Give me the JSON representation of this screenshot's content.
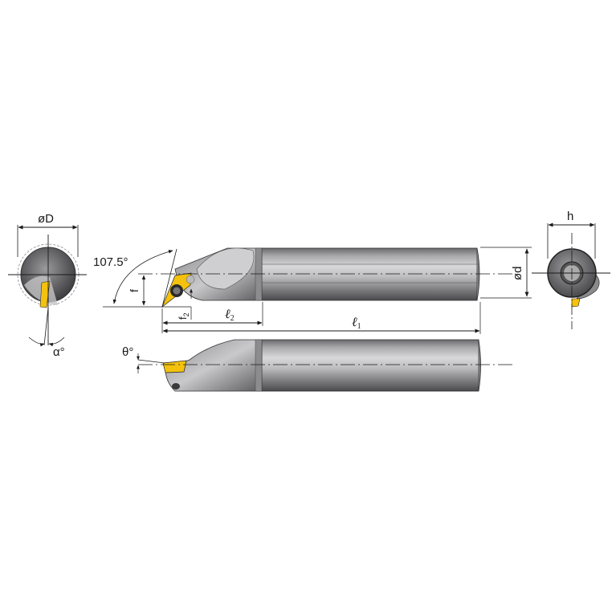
{
  "drawing": {
    "subject": "Boring bar technical drawing",
    "colors": {
      "insert": "#f4c20d",
      "steel_dark": "#5a5a5c",
      "steel_light": "#d6d6d8",
      "line": "#1a1a1a"
    }
  },
  "end_view_left": {
    "diameter_label": "øD",
    "angle_label": "α°"
  },
  "top_view": {
    "lead_angle_label": "107.5°",
    "offset_label": "f",
    "tip_offset_label": "f",
    "tip_offset_sub": "2",
    "head_length_label": "ℓ",
    "head_length_sub": "2",
    "overall_length_label": "ℓ",
    "overall_length_sub": "1",
    "shank_diameter_label": "ød"
  },
  "side_view": {
    "inclination_label": "θ°"
  },
  "end_view_right": {
    "height_label": "h"
  }
}
